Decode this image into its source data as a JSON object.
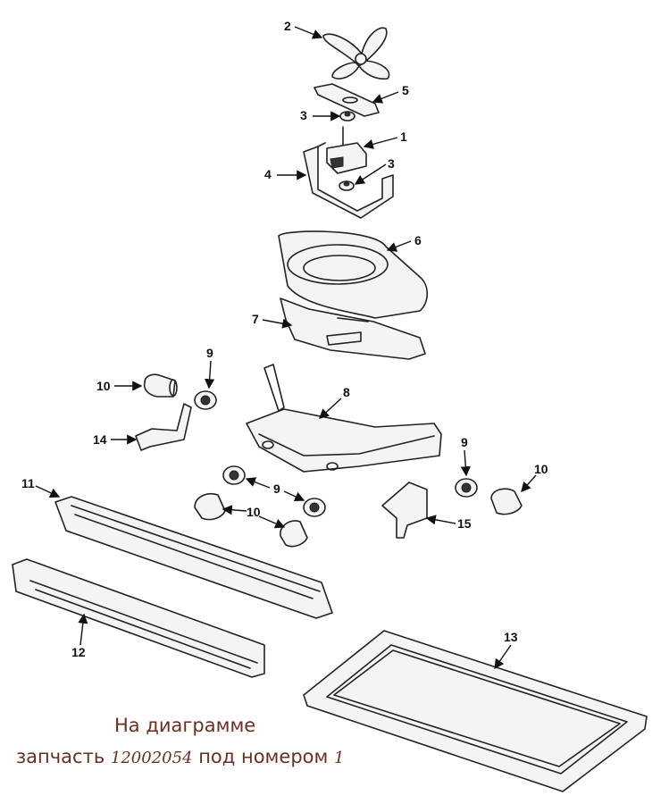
{
  "callouts": {
    "c1": "1",
    "c2": "2",
    "c3a": "3",
    "c3b": "3",
    "c4": "4",
    "c5": "5",
    "c6": "6",
    "c7": "7",
    "c8": "8",
    "c9a": "9",
    "c9b": "9",
    "c9c": "9",
    "c10a": "10",
    "c10b": "10",
    "c10c": "10",
    "c11": "11",
    "c12": "12",
    "c13": "13",
    "c14": "14",
    "c15": "15"
  },
  "caption": {
    "line1": "На диаграмме",
    "line2_prefix": "запчасть",
    "part_number": "12002054",
    "line2_middle": "под номером",
    "item_number": "1"
  }
}
